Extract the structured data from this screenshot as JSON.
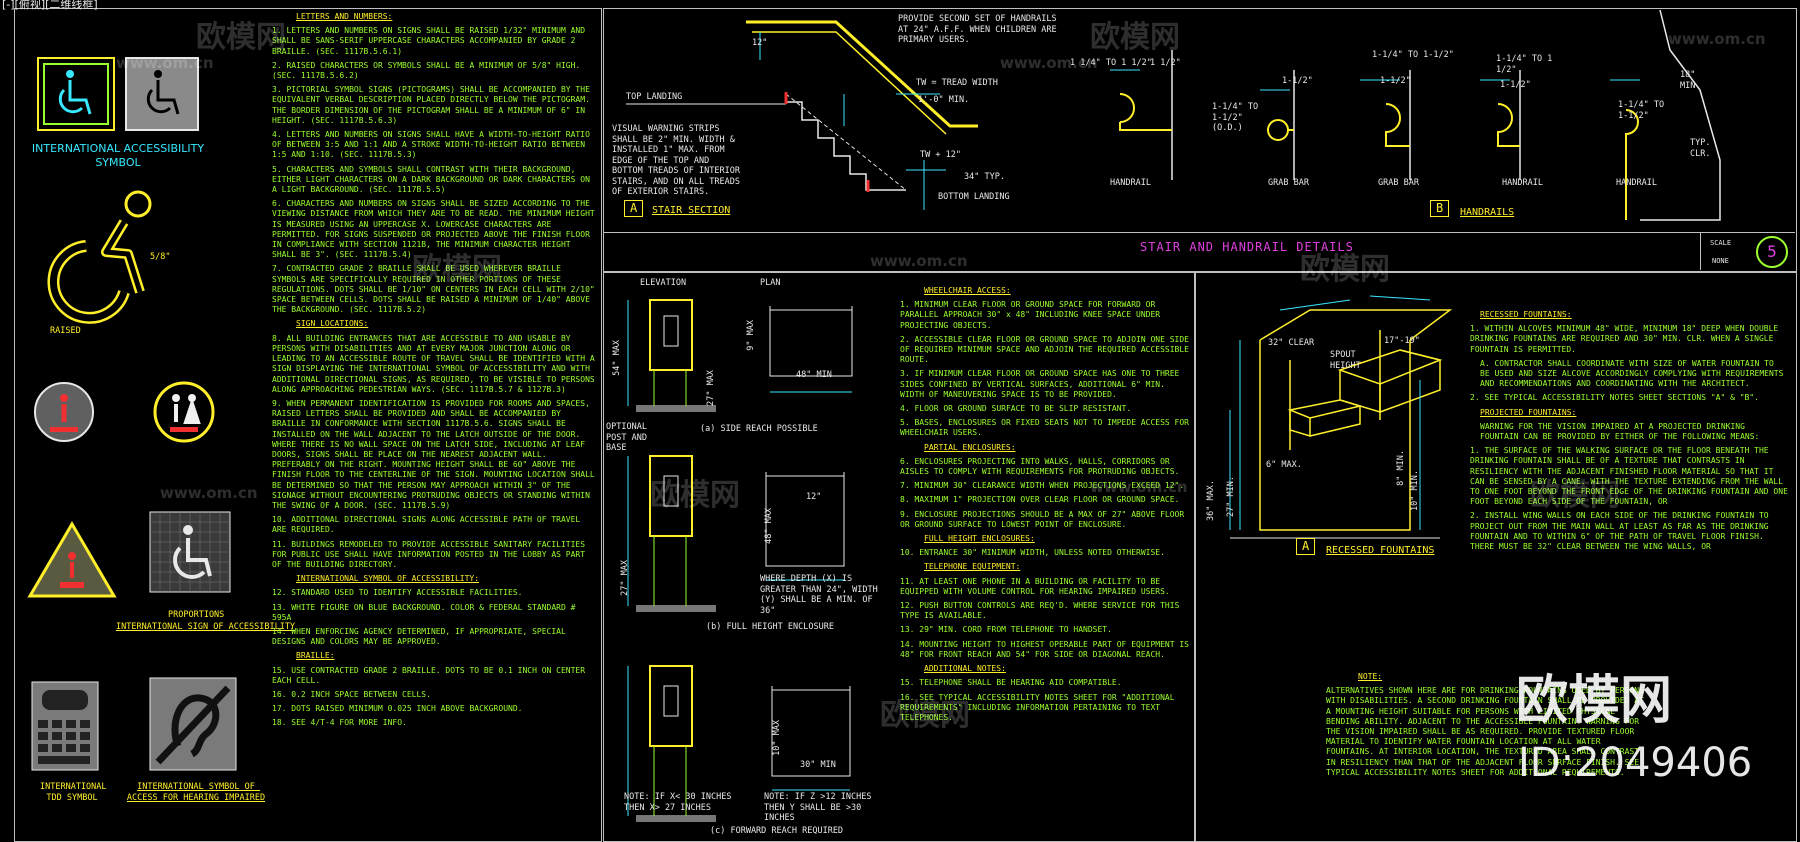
{
  "window": {
    "title": "[-][俯视][二维线框]"
  },
  "left_panel": {
    "symbol_caption": "INTERNATIONAL ACCESSIBILITY SYMBOL",
    "raised_label": "RAISED",
    "raised_dim": "5/8\"",
    "proportions_label": "PROPORTIONS",
    "isa_label": "INTERNATIONAL SIGN OF ACCESSIBILITY",
    "tdd_label": "INTERNATIONAL TDD SYMBOL",
    "hearing_label": "INTERNATIONAL SYMBOL OF ACCESS FOR HEARING IMPAIRED"
  },
  "notes": {
    "heading_letters": "LETTERS AND NUMBERS:",
    "items": [
      "1.  LETTERS AND NUMBERS ON SIGNS SHALL BE RAISED 1/32\" MINIMUM AND SHALL BE SANS-SERIF UPPERCASE CHARACTERS ACCOMPANIED BY GRADE 2 BRAILLE. (SEC. 1117B.5.6.1)",
      "2.  RAISED CHARACTERS OR SYMBOLS SHALL BE A MINIMUM OF 5/8\" HIGH. (SEC. 1117B.5.6.2)",
      "3.  PICTORIAL SYMBOL SIGNS (PICTOGRAMS) SHALL BE ACCOMPANIED BY THE EQUIVALENT VERBAL DESCRIPTION PLACED DIRECTLY BELOW THE PICTOGRAM. THE BORDER DIMENSION OF THE PICTOGRAM SHALL BE A MINIMUM OF 6\" IN HEIGHT. (SEC. 1117B.5.6.3)",
      "4.  LETTERS AND NUMBERS ON SIGNS SHALL HAVE A WIDTH-TO-HEIGHT RATIO OF BETWEEN 3:5 AND 1:1 AND A STROKE WIDTH-TO-HEIGHT RATIO BETWEEN 1:5 AND 1:10. (SEC. 1117B.5.3)",
      "5.  CHARACTERS AND SYMBOLS SHALL CONTRAST WITH THEIR BACKGROUND, EITHER LIGHT CHARACTERS ON A DARK BACKGROUND OR DARK CHARACTERS ON A LIGHT BACKGROUND. (SEC. 1117B.5.5)",
      "6.  CHARACTERS AND NUMBERS ON SIGNS SHALL BE SIZED ACCORDING TO THE VIEWING DISTANCE FROM WHICH THEY ARE TO BE READ. THE MINIMUM HEIGHT IS MEASURED USING AN UPPERCASE X. LOWERCASE CHARACTERS ARE PERMITTED. FOR SIGNS SUSPENDED OR PROJECTED ABOVE THE FINISH FLOOR IN COMPLIANCE WITH SECTION 1121B, THE MINIMUM CHARACTER HEIGHT SHALL BE 3\". (SEC. 1117B.5.4)",
      "7.  CONTRACTED GRADE 2 BRAILLE SHALL BE USED WHEREVER BRAILLE SYMBOLS ARE SPECIFICALLY REQUIRED IN OTHER PORTIONS OF THESE REGULATIONS. DOTS SHALL BE 1/10\" ON CENTERS IN EACH CELL WITH 2/10\" SPACE BETWEEN CELLS. DOTS SHALL BE RAISED A MINIMUM OF 1/40\" ABOVE THE BACKGROUND. (SEC. 1117B.5.2)"
    ],
    "heading_locations": "SIGN LOCATIONS:",
    "items2": [
      "8.  ALL BUILDING ENTRANCES THAT ARE ACCESSIBLE TO AND USABLE BY PERSONS WITH DISABILITIES AND AT EVERY MAJOR JUNCTION ALONG OR LEADING TO AN ACCESSIBLE ROUTE OF TRAVEL SHALL BE IDENTIFIED WITH A SIGN DISPLAYING THE INTERNATIONAL SYMBOL OF ACCESSIBILITY AND WITH ADDITIONAL DIRECTIONAL SIGNS, AS REQUIRED, TO BE VISIBLE TO PERSONS ALONG APPROACHING PEDESTRIAN WAYS. (SEC. 1117B.5.7 & 1127B.3)",
      "9.  WHEN PERMANENT IDENTIFICATION IS PROVIDED FOR ROOMS AND SPACES, RAISED LETTERS SHALL BE PROVIDED AND SHALL BE ACCOMPANIED BY BRAILLE IN CONFORMANCE WITH SECTION 1117B.5.6. SIGNS SHALL BE INSTALLED ON THE WALL ADJACENT TO THE LATCH OUTSIDE OF THE DOOR. WHERE THERE IS NO WALL SPACE ON THE LATCH SIDE, INCLUDING AT LEAF DOORS, SIGNS SHALL BE PLACE ON THE NEAREST ADJACENT WALL. PREFERABLY ON THE RIGHT. MOUNTING HEIGHT SHALL BE 60\" ABOVE THE FINISH FLOOR TO THE CENTERLINE OF THE SIGN. MOUNTING LOCATION SHALL BE DETERMINED SO THAT THE PERSON MAY APPROACH WITHIN 3\" OF THE SIGNAGE WITHOUT ENCOUNTERING PROTRUDING OBJECTS OR STANDING WITHIN THE SWING OF A DOOR. (SEC. 1117B.5.9)",
      "10. ADDITIONAL DIRECTIONAL SIGNS ALONG ACCESSIBLE PATH OF TRAVEL ARE REQUIRED.",
      "11. BUILDINGS REMODELED TO PROVIDE ACCESSIBLE SANITARY FACILITIES FOR PUBLIC USE SHALL HAVE INFORMATION POSTED IN THE LOBBY AS PART OF THE BUILDING DIRECTORY."
    ],
    "heading_isa": "INTERNATIONAL SYMBOL OF ACCESSIBILITY:",
    "items3": [
      "12. STANDARD USED TO IDENTIFY ACCESSIBLE FACILITIES.",
      "13. WHITE FIGURE ON BLUE BACKGROUND. COLOR & FEDERAL STANDARD # 595A",
      "14. WHEN ENFORCING AGENCY DETERMINED, IF APPROPRIATE, SPECIAL DESIGNS AND COLORS MAY BE APPROVED."
    ],
    "heading_braille": "BRAILLE:",
    "items4": [
      "15. USE CONTRACTED GRADE 2 BRAILLE. DOTS TO BE 0.1 INCH ON CENTER EACH CELL.",
      "16. 0.2 INCH SPACE BETWEEN CELLS.",
      "17. DOTS RAISED MINIMUM 0.025 INCH ABOVE BACKGROUND.",
      "18. SEE 4/T-4 FOR MORE INFO."
    ]
  },
  "stair": {
    "handrail_note": "PROVIDE SECOND SET OF HANDRAILS AT 24\" A.F.F. WHEN CHILDREN ARE PRIMARY USERS.",
    "top_landing": "TOP LANDING",
    "tread_note": "TW = TREAD WIDTH",
    "min_label": "1'-0\" MIN.",
    "tw12": "TW + 12\"",
    "typ34": "34\" TYP.",
    "bottom_landing": "BOTTOM LANDING",
    "warning_note": "VISUAL WARNING STRIPS SHALL BE 2\" MIN. WIDTH & INSTALLED 1\" MAX. FROM EDGE OF THE TOP AND BOTTOM TREADS OF INTERIOR STAIRS, AND ON ALL TREADS OF EXTERIOR STAIRS.",
    "dim12": "12\"",
    "section_letter": "A",
    "section_title": "STAIR SECTION"
  },
  "handrails": {
    "dim1": "1 1/4\" TO 1 1/2\"",
    "dim2": "1 1/2\"",
    "dim3": "1-1/4\" TO 1-1/2\" (O.D.)",
    "dim4": "1-1/2\"",
    "dim5": "1-1/4\" TO 1-1/2\"",
    "dim6": "1-1/2\"",
    "dim7": "1-1/4\" TO 1 1/2\"",
    "dim8": "1-1/2\"",
    "dim9": "1-1/4\" TO 1-1/2\"",
    "dim10": "18\" MIN.",
    "dim11": "TYP. CLR.",
    "labels": [
      "HANDRAIL",
      "GRAB BAR",
      "GRAB BAR",
      "HANDRAIL",
      "HANDRAIL"
    ],
    "section_letter": "B",
    "section_title": "HANDRAILS",
    "sheet_title": "STAIR AND HANDRAIL DETAILS",
    "scale_label": "SCALE",
    "none_label": "NONE",
    "sheet_number": "5"
  },
  "reach": {
    "elevation": "ELEVATION",
    "plan": "PLAN",
    "d54max": "54\" MAX",
    "d9max": "9\" MAX",
    "d10max": "10\" MAX",
    "d27max": "27\" MAX",
    "d48min": "48\" MIN",
    "d30min": "30\" MIN",
    "optional_post": "OPTIONAL POST AND BASE",
    "caption_a": "(a) SIDE REACH POSSIBLE",
    "d48max": "48\" MAX",
    "d12": "12\"",
    "depth_note": "WHERE DEPTH (X) IS GREATER THAN 24\", WIDTH (Y) SHALL BE A MIN. OF 36\"",
    "caption_b": "(b) FULL HEIGHT ENCLOSURE",
    "note_c1": "NOTE: IF X< 30 INCHES THEN X> 27 INCHES",
    "note_c2": "NOTE: IF Z >12 INCHES THEN Y SHALL BE >30 INCHES",
    "caption_c": "(c) FORWARD REACH REQUIRED"
  },
  "wheel": {
    "h1": "WHEELCHAIR ACCESS:",
    "i1": [
      "1.  MINIMUM CLEAR FLOOR OR GROUND SPACE FOR FORWARD OR PARALLEL APPROACH 30\" x 48\" INCLUDING KNEE SPACE UNDER PROJECTING OBJECTS.",
      "2.  ACCESSIBLE CLEAR FLOOR OR GROUND SPACE TO ADJOIN ONE SIDE OF REQUIRED MINIMUM SPACE AND ADJOIN THE REQUIRED ACCESSIBLE ROUTE.",
      "3.  IF MINIMUM CLEAR FLOOR OR GROUND SPACE HAS ONE TO THREE SIDES CONFINED BY VERTICAL SURFACES, ADDITIONAL 6\" MIN. WIDTH OF MANEUVERING SPACE IS TO BE PROVIDED.",
      "4.  FLOOR OR GROUND SURFACE TO BE SLIP RESISTANT.",
      "5.  BASES, ENCLOSURES OR FIXED SEATS NOT TO IMPEDE ACCESS FOR WHEELCHAIR USERS."
    ],
    "h2": "PARTIAL ENCLOSURES:",
    "i2": [
      "6.  ENCLOSURES PROJECTING INTO WALKS, HALLS, CORRIDORS OR AISLES TO COMPLY WITH REQUIREMENTS FOR PROTRUDING OBJECTS.",
      "7.  MINIMUM 30\" CLEARANCE WIDTH WHEN PROJECTIONS EXCEED 12\".",
      "8.  MAXIMUM 1\" PROJECTION OVER CLEAR FLOOR OR GROUND SPACE.",
      "9.  ENCLOSURE PROJECTIONS SHOULD BE A MAX OF 27\" ABOVE FLOOR OR GROUND SURFACE TO LOWEST POINT OF ENCLOSURE."
    ],
    "h3": "FULL HEIGHT ENCLOSURES:",
    "i3": [
      "10. ENTRANCE 30\" MINIMUM WIDTH, UNLESS NOTED OTHERWISE."
    ],
    "h4": "TELEPHONE EQUIPMENT:",
    "i4": [
      "11. AT LEAST ONE PHONE IN A BUILDING OR FACILITY TO BE EQUIPPED WITH VOLUME CONTROL FOR HEARING IMPAIRED USERS.",
      "12. PUSH BUTTON CONTROLS ARE REQ'D. WHERE SERVICE FOR THIS TYPE IS AVAILABLE.",
      "13. 29\" MIN. CORD FROM TELEPHONE TO HANDSET.",
      "14. MOUNTING HEIGHT TO HIGHEST OPERABLE PART OF EQUIPMENT IS 48\" FOR FRONT REACH AND 54\" FOR SIDE OR DIAGONAL REACH."
    ],
    "h5": "ADDITIONAL NOTES:",
    "i5": [
      "15. TELEPHONE SHALL BE HEARING AID COMPATIBLE.",
      "16. SEE TYPICAL ACCESSIBILITY NOTES SHEET FOR \"ADDITIONAL REQUIREMENTS\" INCLUDING INFORMATION PERTAINING TO TEXT TELEPHONES."
    ]
  },
  "fountain": {
    "d32": "32\" CLEAR",
    "d17": "17\"-19\"",
    "d6max": "6\" MAX.",
    "d36": "36\" MAX.",
    "d27": "27\" MIN.",
    "d8": "8\" MIN.",
    "d10": "10\" MIN.",
    "spout": "SPOUT HEIGHT",
    "section_letter": "A",
    "section_title": "RECESSED FOUNTAINS",
    "h1": "RECESSED FOUNTAINS:",
    "i1": [
      "1.  WITHIN ALCOVES MINIMUM 48\" WIDE, MINIMUM 18\" DEEP WHEN DOUBLE DRINKING FOUNTAINS ARE REQUIRED AND 30\" MIN. CLR. WHEN A SINGLE FOUNTAIN IS PERMITTED.",
      "A.  CONTRACTOR SHALL COORDINATE WITH SIZE OF WATER FOUNTAIN TO BE USED AND SIZE ALCOVE ACCORDINGLY COMPLYING WITH REQUIREMENTS AND RECOMMENDATIONS AND COORDINATING WITH THE ARCHITECT.",
      "2.  SEE TYPICAL ACCESSIBILITY NOTES SHEET SECTIONS \"A\" & \"B\"."
    ],
    "h2": "PROJECTED FOUNTAINS:",
    "i2": [
      "WARNING FOR THE VISION IMPAIRED AT A PROJECTED DRINKING FOUNTAIN CAN BE PROVIDED BY EITHER OF THE FOLLOWING MEANS:",
      "1.  THE SURFACE OF THE WALKING SURFACE OR THE FLOOR BENEATH THE DRINKING FOUNTAIN SHALL BE OF A TEXTURE THAT CONTRASTS IN RESILIENCY WITH THE ADJACENT FINISHED FLOOR MATERIAL SO THAT IT CAN BE SENSED BY A CANE. WITH THE TEXTURE EXTENDING FROM THE WALL TO ONE FOOT BEYOND THE FRONT EDGE OF THE DRINKING FOUNTAIN AND ONE FOOT BEYOND EACH SIDE OF THE FOUNTAIN, OR",
      "2.  INSTALL WING WALLS ON EACH SIDE OF THE DRINKING FOUNTAIN TO PROJECT OUT FROM THE MAIN WALL AT LEAST AS FAR AS THE DRINKING FOUNTAIN AND TO WITHIN 6\" OF THE PATH OF TRAVEL FLOOR FINISH. THERE MUST BE 32\" CLEAR BETWEEN THE WING WALLS, OR"
    ],
    "note_h": "NOTE:",
    "note": "ALTERNATIVES SHOWN HERE ARE FOR DRINKING FOUNTAINS USED BY PERSONS WITH DISABILITIES. A SECOND DRINKING FOUNTAIN SHALL BE PROVIDED AT A MOUNTING HEIGHT SUITABLE FOR PERSONS WITH LIMITED PHYSICAL BENDING ABILITY. ADJACENT TO THE ACCESSIBLE FOUNTAIN. WARNING FOR THE VISION IMPAIRED SHALL BE AS REQUIRED. PROVIDE TEXTURED FLOOR MATERIAL TO IDENTIFY WATER FOUNTAIN LOCATION AT ALL WATER FOUNTAINS. AT INTERIOR LOCATION, THE TEXTURED AREA SHALL CONTRAST IN RESILIENCY THAN THAT OF THE ADJACENT FLOOR SURFACE FINISH. SEE TYPICAL ACCESSIBILITY NOTES SHEET FOR ADDITIONAL REQUIREMENTS."
  },
  "watermark": {
    "brand": "欧模网",
    "site": "www.om.cn",
    "id": "ID:2049406"
  }
}
